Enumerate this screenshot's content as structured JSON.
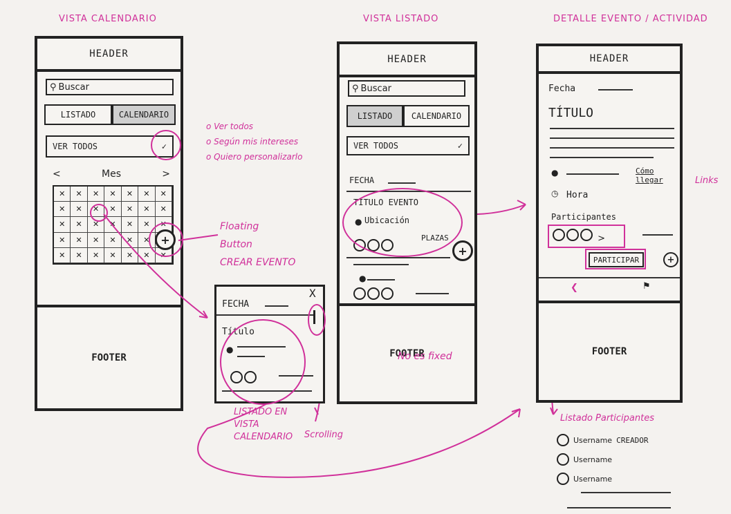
{
  "titles": {
    "calendar": "VISTA CALENDARIO",
    "list": "VISTA LISTADO",
    "detail": "DETALLE EVENTO / ACTIVIDAD"
  },
  "calendar_screen": {
    "header": "HEADER",
    "search_placeholder": "Buscar",
    "tab_list": "LISTADO",
    "tab_calendar": "CALENDARIO",
    "filter": "VER TODOS",
    "filter_icon": "check-icon",
    "month": "Mes",
    "prev": "<",
    "next": ">",
    "fab": "+",
    "footer": "FOOTER"
  },
  "filter_options": [
    "o Ver todos",
    "o Según mis intereses",
    "o Quiero personalizarlo"
  ],
  "floating_note": [
    "Floating",
    "Button",
    "CREAR EVENTO"
  ],
  "popup": {
    "fecha": "FECHA",
    "close": "X",
    "titulo": "Título",
    "note": [
      "LISTADO EN",
      "VISTA",
      "CALENDARIO"
    ],
    "scrolling": "Scrolling"
  },
  "list_screen": {
    "header": "HEADER",
    "search_placeholder": "Buscar",
    "tab_list": "LISTADO",
    "tab_calendar": "CALENDARIO",
    "filter": "VER TODOS",
    "fecha": "FECHA",
    "event_title": "TITULO EVENTO",
    "location": "Ubicación",
    "places": "PLAZAS",
    "fab": "+",
    "footer": "FOOTER",
    "note": "No es fixed"
  },
  "detail_screen": {
    "header": "HEADER",
    "fecha": "Fecha",
    "titulo": "TÍTULO",
    "how_to_get": "Cómo llegar",
    "hora": "Hora",
    "participantes": "Participantes",
    "participate": "PARTICIPAR",
    "fab": "+",
    "footer": "FOOTER",
    "links_note": "Links"
  },
  "participants": {
    "title": "Listado Participantes",
    "users": [
      {
        "name": "Username",
        "tag": "CREADOR"
      },
      {
        "name": "Username",
        "tag": ""
      },
      {
        "name": "Username",
        "tag": ""
      }
    ]
  }
}
